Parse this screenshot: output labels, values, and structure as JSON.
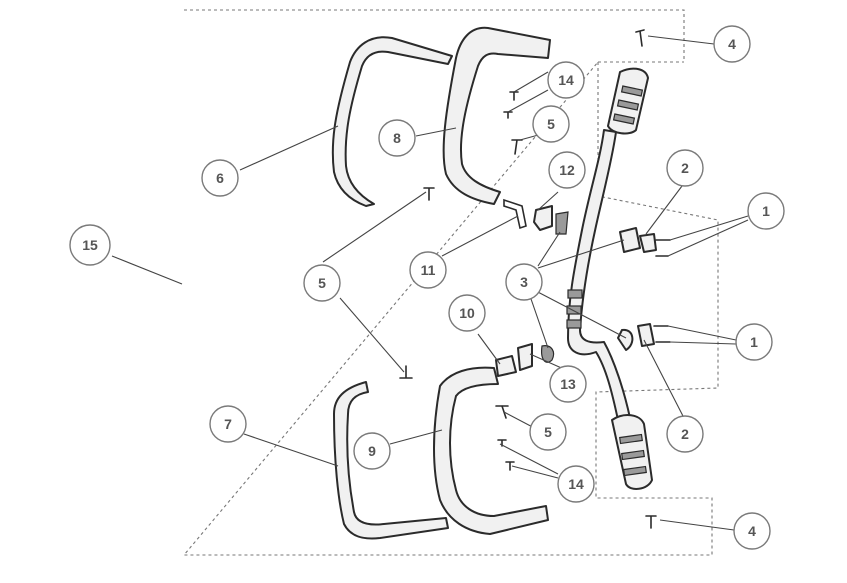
{
  "diagram": {
    "callouts": [
      {
        "id": "c1a",
        "label": "1"
      },
      {
        "id": "c1b",
        "label": "1"
      },
      {
        "id": "c2a",
        "label": "2"
      },
      {
        "id": "c2b",
        "label": "2"
      },
      {
        "id": "c3",
        "label": "3"
      },
      {
        "id": "c4a",
        "label": "4"
      },
      {
        "id": "c4b",
        "label": "4"
      },
      {
        "id": "c5a",
        "label": "5"
      },
      {
        "id": "c5b",
        "label": "5"
      },
      {
        "id": "c5c",
        "label": "5"
      },
      {
        "id": "c6",
        "label": "6"
      },
      {
        "id": "c7",
        "label": "7"
      },
      {
        "id": "c8",
        "label": "8"
      },
      {
        "id": "c9",
        "label": "9"
      },
      {
        "id": "c10",
        "label": "10"
      },
      {
        "id": "c11",
        "label": "11"
      },
      {
        "id": "c12",
        "label": "12"
      },
      {
        "id": "c13",
        "label": "13"
      },
      {
        "id": "c14a",
        "label": "14"
      },
      {
        "id": "c14b",
        "label": "14"
      },
      {
        "id": "c15",
        "label": "15"
      }
    ]
  }
}
